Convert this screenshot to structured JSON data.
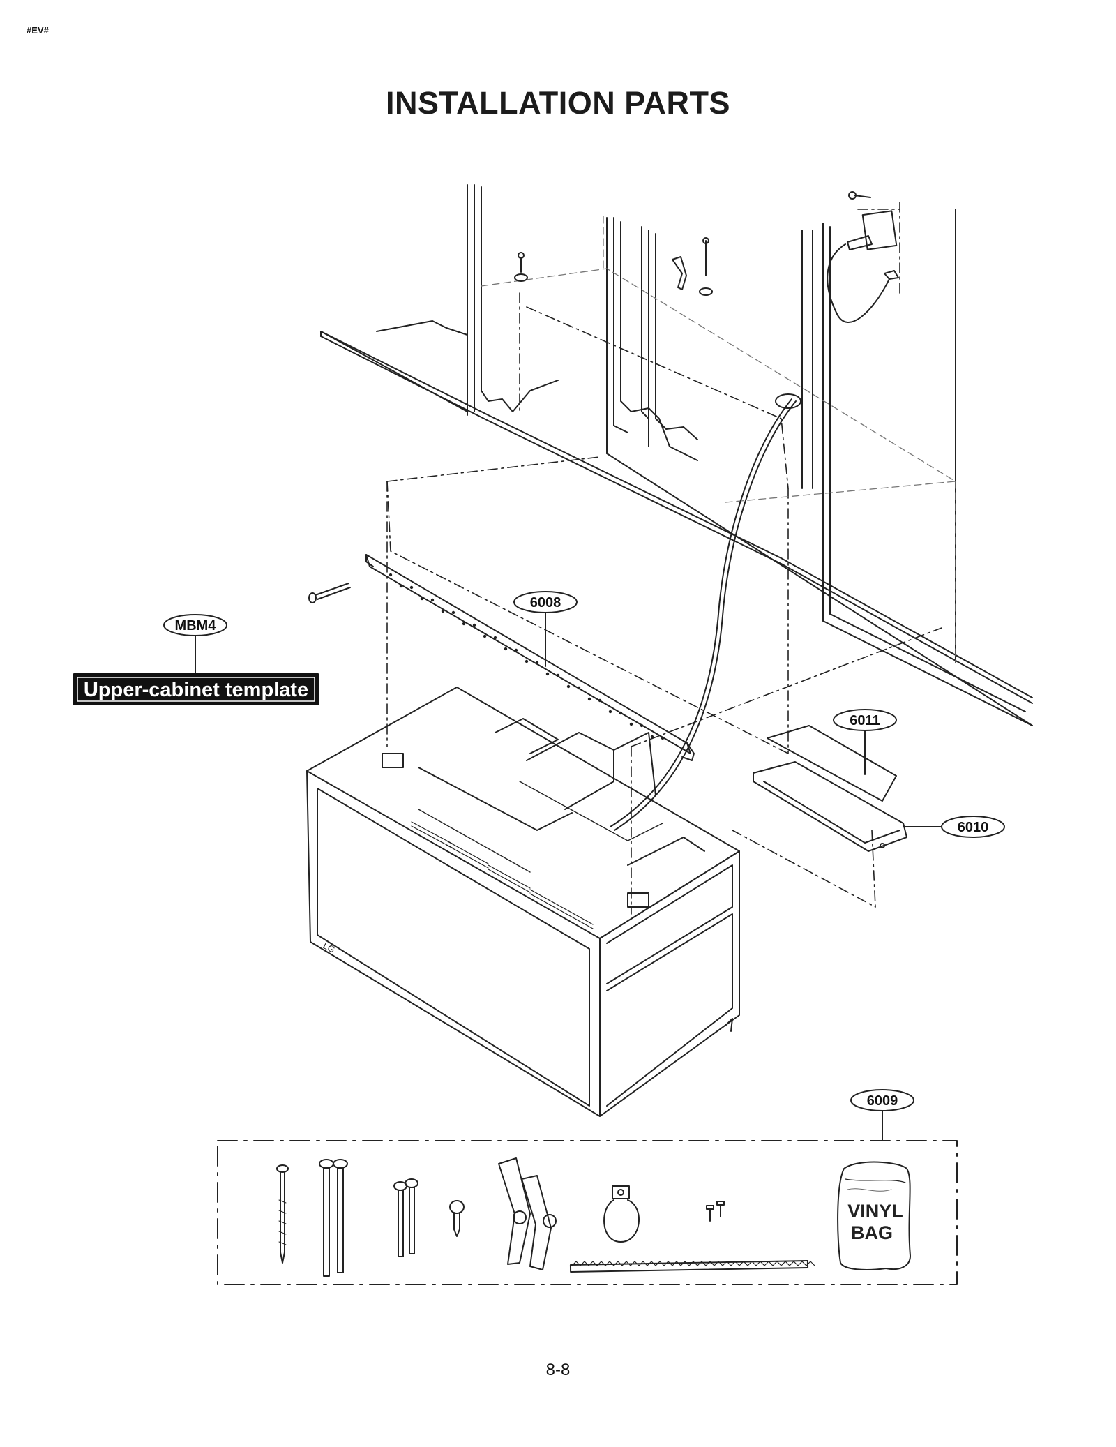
{
  "header": {
    "code": "#EV#",
    "title": "INSTALLATION PARTS"
  },
  "callouts": {
    "mbm4": "MBM4",
    "p6008": "6008",
    "p6011": "6011",
    "p6010": "6010",
    "p6009": "6009"
  },
  "template_label": "Upper-cabinet template",
  "vinyl_bag": {
    "line1": "VINYL",
    "line2": "BAG"
  },
  "footer": {
    "page": "8-8"
  },
  "colors": {
    "line": "#222222",
    "label_box": "#111111",
    "label_text": "#ffffff"
  }
}
